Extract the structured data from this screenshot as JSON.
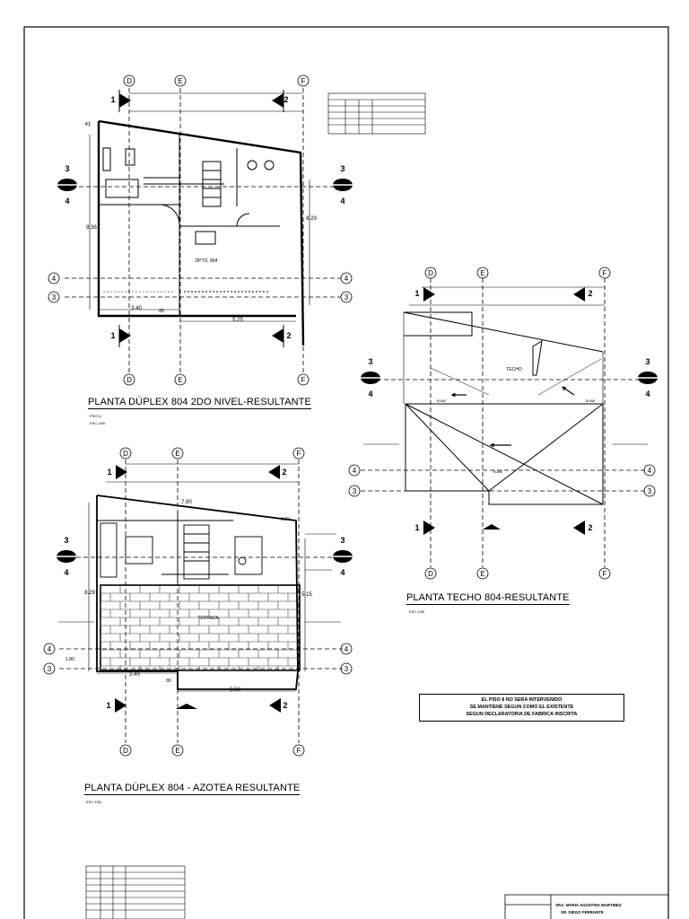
{
  "plans": {
    "duplex_2do": {
      "title": "PLANTA DÚPLEX 804 2DO NIVEL-RESULTANTE",
      "sub1": "PISO 8",
      "sub2": "ESC.1/50",
      "unit_label": "DPTO. 804"
    },
    "duplex_azotea": {
      "title": "PLANTA DÚPLEX 804 - AZOTEA RESULTANTE",
      "sub1": "ESC.1/50",
      "area_label": "TERRAZA"
    },
    "techo": {
      "title": "PLANTA TECHO 804-RESULTANTE",
      "sub1": "ESC.1/50",
      "roof_label": "TECHO",
      "slope_label": "SUBE"
    }
  },
  "grid_axes": {
    "columns": [
      "D",
      "E",
      "F"
    ],
    "rows": [
      "4",
      "3"
    ],
    "sections": [
      "1",
      "2",
      "3",
      "4"
    ]
  },
  "dimensions": {
    "d_340": "3.40",
    "d_525": "5.25",
    "d_790": "7.90",
    "d_240": "2.40",
    "d_550": "5.50",
    "d_85": "85",
    "d_180": "1.80",
    "d_80": "80",
    "d_150": "1.50",
    "d_41": "41",
    "d_836": "8.36",
    "d_829": "8.29",
    "d_515": "5.15"
  },
  "note": {
    "line1": "EL PISO 8 NO SERA INTERVENIDO",
    "line2": "SE MANTIENE SEGUN COMO EL EXISTENTE",
    "line3": "SEGUN DECLARATORIA DE FABRICA INSCRITA"
  },
  "title_block": {
    "name1": "SRA. MARIA AGUSTINA MARTINEZ",
    "name2": "SR. DIEGO FERRANTE"
  },
  "colors": {
    "line": "#000000",
    "paper": "#ffffff",
    "hatch": "#333333"
  }
}
